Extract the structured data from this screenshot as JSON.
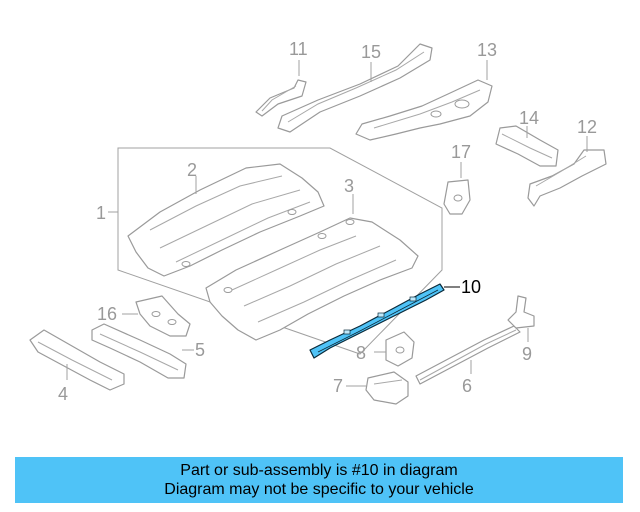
{
  "callouts": {
    "c1": "1",
    "c2": "2",
    "c3": "3",
    "c4": "4",
    "c5": "5",
    "c6": "6",
    "c7": "7",
    "c8": "8",
    "c9": "9",
    "c10": "10",
    "c11": "11",
    "c12": "12",
    "c13": "13",
    "c14": "14",
    "c15": "15",
    "c16": "16",
    "c17": "17"
  },
  "highlight": {
    "part_number": "10",
    "color": "#4fc3f7"
  },
  "banner": {
    "line1": "Part or sub-assembly is #10 in diagram",
    "line2": "Diagram may not be specific to your vehicle",
    "background": "#4fc3f7"
  }
}
